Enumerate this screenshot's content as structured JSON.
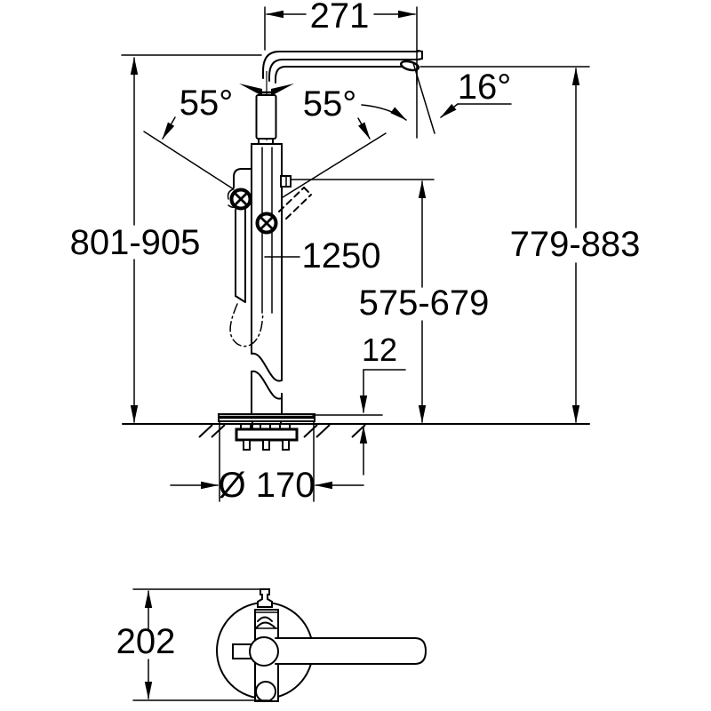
{
  "drawing": {
    "background_color": "#ffffff",
    "line_color": "#000000",
    "front_view": {
      "spout_reach": "271",
      "lever_swivel_left": "55°",
      "lever_swivel_right": "55°",
      "spout_tilt_angle": "16°",
      "total_height_range": "801-905",
      "shower_hose_length": "1250",
      "handshower_holder_height_range": "575-679",
      "spout_height_range": "779-883",
      "base_plate_thickness": "12",
      "base_plate_diameter": "Ø 170"
    },
    "top_view": {
      "overall_depth": "202"
    }
  }
}
